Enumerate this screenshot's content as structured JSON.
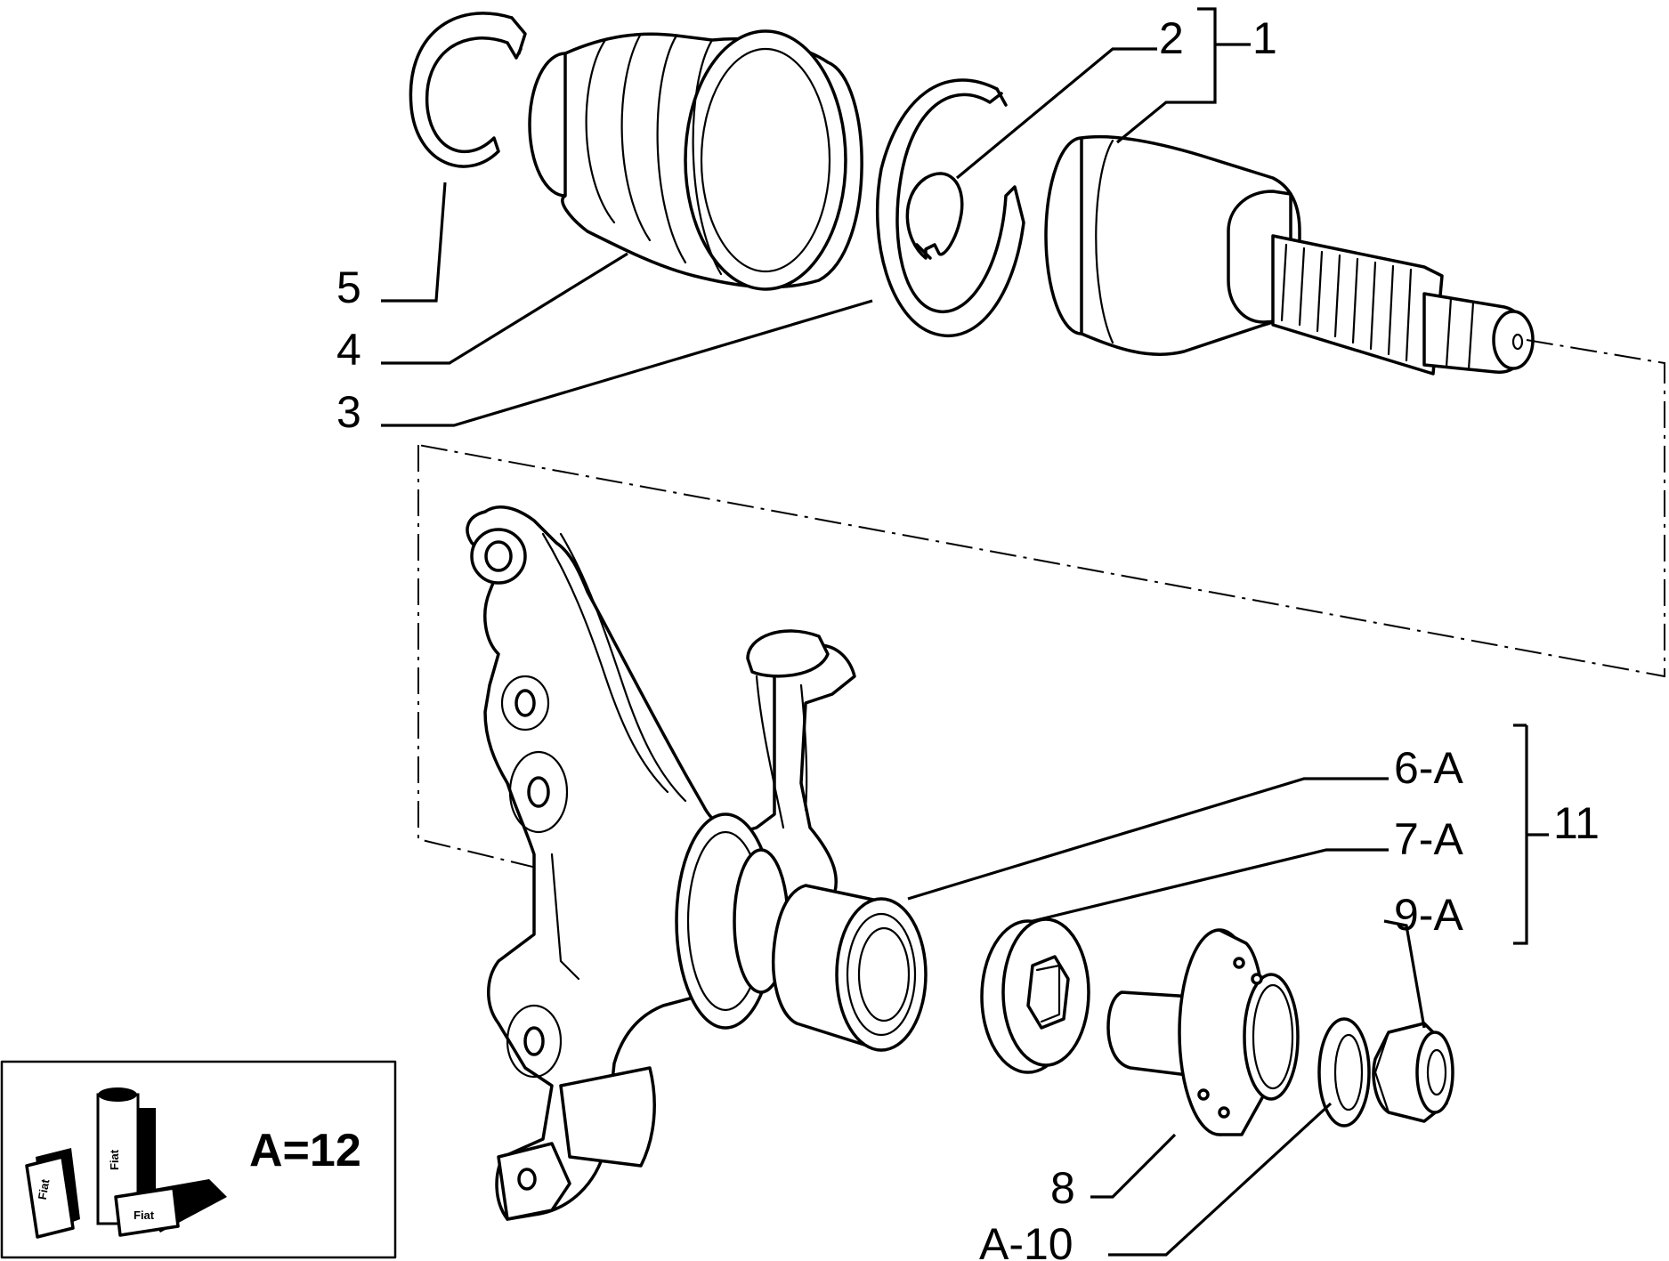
{
  "callouts": {
    "c1": "1",
    "c2": "2",
    "c3": "3",
    "c4": "4",
    "c5": "5",
    "c6": "6-A",
    "c7": "7-A",
    "c8": "8",
    "c9": "9-A",
    "c10": "A-10",
    "c11": "11"
  },
  "legend": {
    "text": "A=12",
    "can_text": "Fiat",
    "box_text_1": "Fiat",
    "box_text_2": "Fiat"
  },
  "colors": {
    "line": "#000000",
    "background": "#ffffff"
  }
}
